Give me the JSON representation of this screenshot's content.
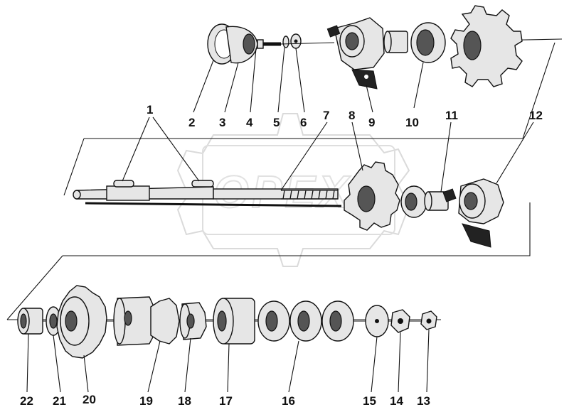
{
  "watermark": {
    "text": "OPEX"
  },
  "diagram": {
    "labels": [
      "1",
      "2",
      "3",
      "4",
      "5",
      "6",
      "7",
      "8",
      "9",
      "10",
      "11",
      "12",
      "13",
      "14",
      "15",
      "16",
      "17",
      "18",
      "19",
      "20",
      "21",
      "22"
    ]
  }
}
